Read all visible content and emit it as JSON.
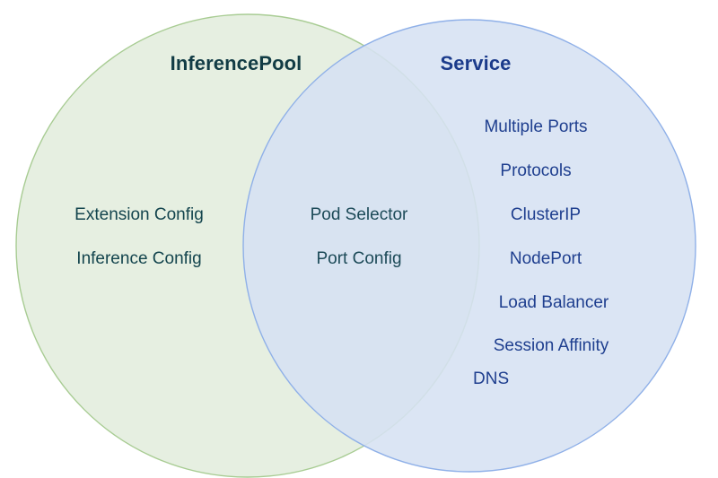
{
  "diagram": {
    "type": "venn",
    "background_color": "#ffffff",
    "left_set": {
      "title": "InferencePool",
      "title_color": "#123c45",
      "fill_color": "#e6efe1",
      "stroke_color": "#a8cc93",
      "text_color": "#14454e",
      "items": [
        "Extension Config",
        "Inference Config"
      ]
    },
    "right_set": {
      "title": "Service",
      "title_color": "#1b3b8b",
      "fill_color": "#d6e1f2",
      "stroke_color": "#8fb0e8",
      "text_color": "#1f3f8f",
      "items": [
        "Multiple Ports",
        "Protocols",
        "ClusterIP",
        "NodePort",
        "Load Balancer",
        "Session Affinity",
        "DNS"
      ]
    },
    "intersection": {
      "fill_color": "#d7e2d9",
      "text_color": "#1c4a58",
      "items": [
        "Pod Selector",
        "Port Config"
      ]
    }
  }
}
